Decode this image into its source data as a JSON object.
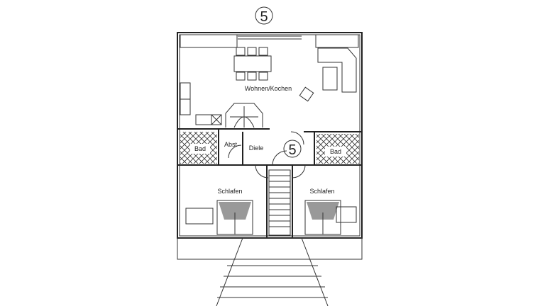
{
  "plan": {
    "unit_number_top": "5",
    "unit_number_center": "5",
    "rooms": {
      "living": "Wohnen/Kochen",
      "bath_left": "Bad",
      "storage": "Abst",
      "hall": "Diele",
      "bath_right": "Bad",
      "bedroom_left": "Schlafen",
      "bedroom_right": "Schlafen"
    }
  }
}
